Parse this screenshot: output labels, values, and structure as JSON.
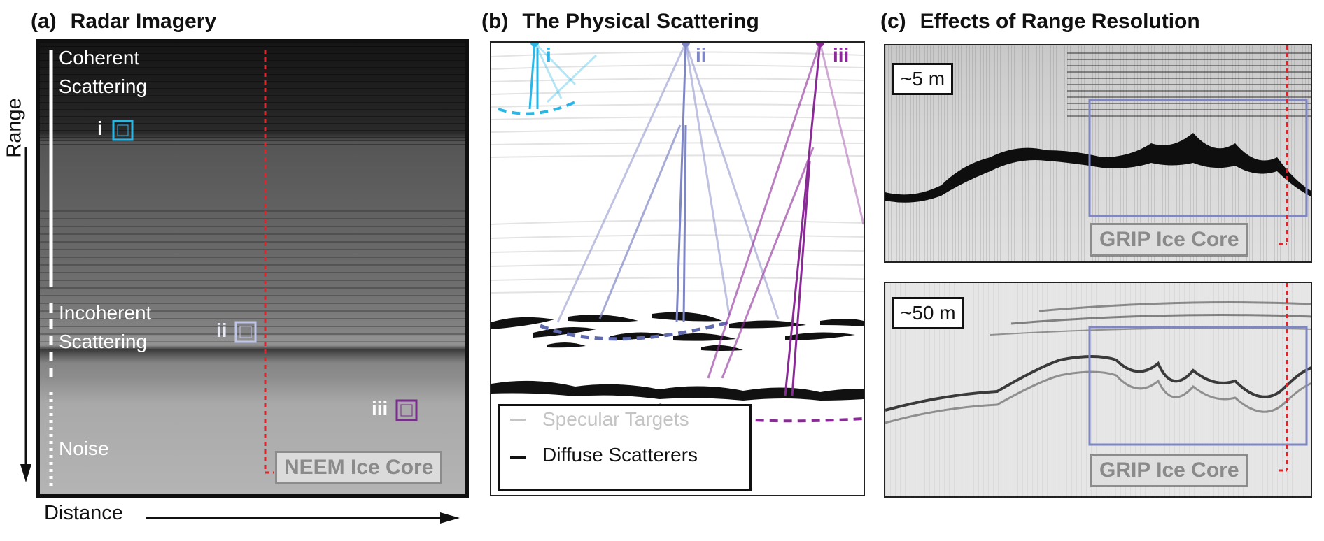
{
  "panel_a": {
    "tag": "(a)",
    "title": "Radar Imagery",
    "axis_vertical": "Range",
    "axis_horizontal": "Distance",
    "zone_coherent": [
      "Coherent",
      "Scattering"
    ],
    "zone_incoherent": [
      "Incoherent",
      "Scattering"
    ],
    "zone_noise": "Noise",
    "markers": [
      {
        "label": "i",
        "color": "#2bb6e6"
      },
      {
        "label": "ii",
        "color": "#c0c6ea"
      },
      {
        "label": "iii",
        "color": "#7b2a8f"
      }
    ],
    "core_label": "NEEM Ice Core"
  },
  "panel_b": {
    "tag": "(b)",
    "title": "The Physical Scattering",
    "rays": [
      {
        "label": "i",
        "color": "#2bb6e6"
      },
      {
        "label": "ii",
        "color": "#7f86c4"
      },
      {
        "label": "iii",
        "color": "#8a2a96"
      }
    ],
    "legend": [
      {
        "label": "Specular Targets",
        "color": "#c4c4c4"
      },
      {
        "label": "Diffuse Scatterers",
        "color": "#111111"
      }
    ]
  },
  "panel_c": {
    "tag": "(c)",
    "title": "Effects of Range Resolution",
    "top_resolution": "~5 m",
    "bottom_resolution": "~50 m",
    "core_label": "GRIP Ice Core"
  }
}
